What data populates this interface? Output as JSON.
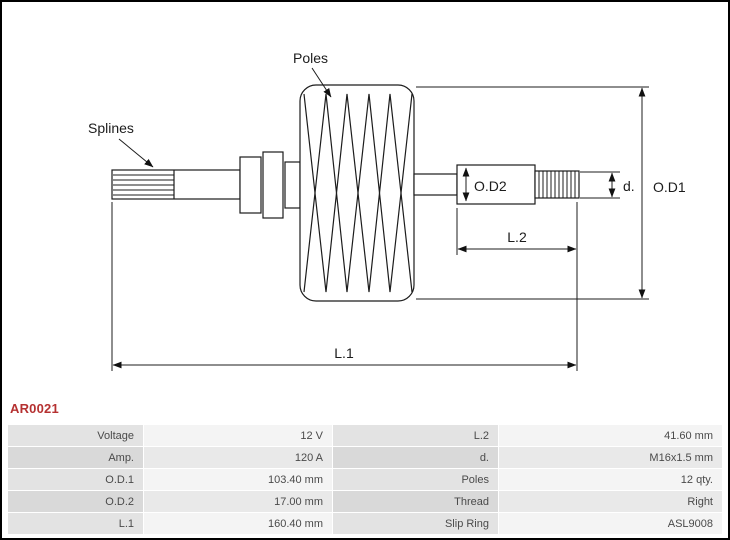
{
  "part_number": "AR0021",
  "colors": {
    "part_number_red": "#b53131",
    "drawing_line": "#1c1c1c"
  },
  "diagram": {
    "poles_label": "Poles",
    "splines_label": "Splines",
    "od2_label": "O.D2",
    "d_label": "d.",
    "od1_label": "O.D1",
    "l2_label": "L.2",
    "l1_label": "L.1"
  },
  "table": {
    "rows": [
      {
        "label1": "Voltage",
        "value1": "12 V",
        "label2": "L.2",
        "value2": "41.60 mm"
      },
      {
        "label1": "Amp.",
        "value1": "120 A",
        "label2": "d.",
        "value2": "M16x1.5 mm"
      },
      {
        "label1": "O.D.1",
        "value1": "103.40 mm",
        "label2": "Poles",
        "value2": "12 qty."
      },
      {
        "label1": "O.D.2",
        "value1": "17.00 mm",
        "label2": "Thread",
        "value2": "Right"
      },
      {
        "label1": "L.1",
        "value1": "160.40 mm",
        "label2": "Slip Ring",
        "value2": "ASL9008"
      }
    ]
  }
}
